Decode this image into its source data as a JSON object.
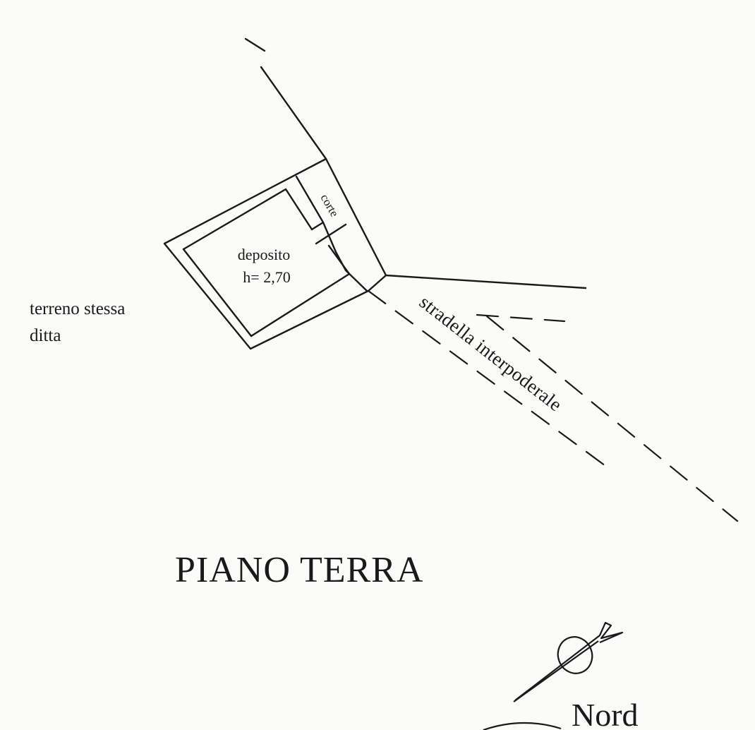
{
  "title": "PIANO TERRA",
  "rooms": {
    "deposito": {
      "name": "deposito",
      "height": "h= 2,70"
    },
    "corte": "corte"
  },
  "labels": {
    "neighbour_line1": "terreno stessa",
    "neighbour_line2": "ditta",
    "road": "stradella interpoderale"
  },
  "north": {
    "label": "Nord",
    "icon": "north-arrow-icon"
  },
  "colors": {
    "ink": "#1a1a1a",
    "paper": "#fbfbf9"
  }
}
